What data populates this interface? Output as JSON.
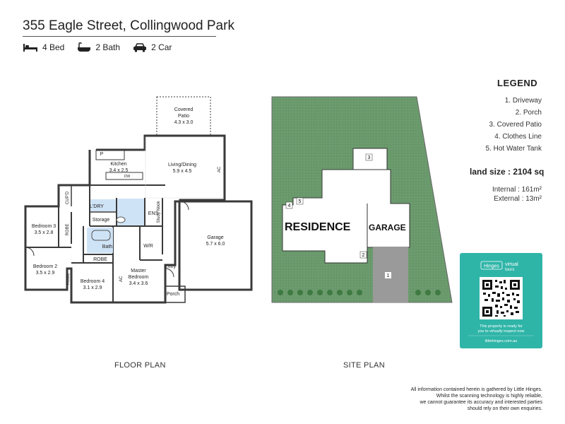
{
  "header": {
    "address": "355 Eagle Street, Collingwood Park",
    "features": [
      {
        "icon": "bed-icon",
        "label": "4 Bed"
      },
      {
        "icon": "bath-icon",
        "label": "2 Bath"
      },
      {
        "icon": "car-icon",
        "label": "2 Car"
      }
    ]
  },
  "legend": {
    "title": "LEGEND",
    "items": [
      "1. Driveway",
      "2. Porch",
      "3. Covered Patio",
      "4. Clothes Line",
      "5. Hot Water Tank"
    ]
  },
  "land": {
    "size_label": "land size : 2104 sq",
    "internal_label": "Internal :",
    "internal_value": "161m²",
    "external_label": "External :",
    "external_value": "13m²"
  },
  "floor_plan": {
    "label": "FLOOR PLAN",
    "rooms": {
      "patio_name": "Covered",
      "patio_name2": "Patio",
      "patio_dim": "4.3 x 3.0",
      "kitchen": "Kitchen",
      "kitchen_dim": "3.4 x 2.5",
      "living": "Living/Dining",
      "living_dim": "5.9 x 4.5",
      "ldry": "L'DRY",
      "storage": "Storage",
      "ens": "ENS",
      "study": "Study Nook",
      "bed3": "Bedroom 3",
      "bed3_dim": "3.5 x 2.8",
      "robe": "ROBE",
      "cupd": "CUP'D",
      "bath": "Bath",
      "wir": "W/R",
      "garage": "Garage",
      "garage_dim": "5.7 x 6.0",
      "bed2": "Bedroom 2",
      "bed2_dim": "3.5 x 2.9",
      "bed4": "Bedroom 4",
      "bed4_dim": "3.1 x 2.9",
      "master": "Master",
      "master2": "Bedroom",
      "master_dim": "3.4 x 3.6",
      "entry": "Entry",
      "porch": "Porch",
      "ac": "AC",
      "p": "P",
      "dw": "DW"
    }
  },
  "site_plan": {
    "label": "SITE PLAN",
    "residence": "RESIDENCE",
    "garage": "GARAGE",
    "markers": [
      "1",
      "2",
      "3",
      "4",
      "5"
    ]
  },
  "tour_card": {
    "brand": "Hinges",
    "brand_sub": "virtual",
    "brand_sub2": "tours",
    "text1": "This property is ready for",
    "text2": "you to virtually inspect now",
    "url": "littlehinges.com.au"
  },
  "disclaimer": {
    "line1": "All information contained herein is gathered by Little Hinges.",
    "line2": "Whilst the scanning technology is highly reliable,",
    "line3": "we cannot guarantee its accuracy and interested parties",
    "line4": "should rely on their own enquiries."
  },
  "colors": {
    "site_green": "#6a9a6c",
    "driveway": "#9a9a9a",
    "card_teal": "#2fb5a8",
    "wet_area_blue": "#cfe3f6"
  }
}
